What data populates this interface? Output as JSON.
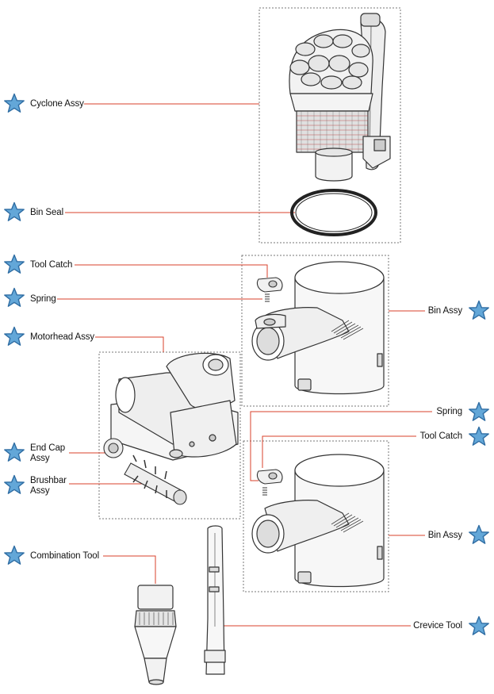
{
  "colors": {
    "leader": "#d9412b",
    "star_fill": "#63a7d8",
    "star_stroke": "#2f6da3",
    "line": "#333333",
    "box": "#777777"
  },
  "parts": {
    "cyclone_assy": "Cyclone Assy",
    "bin_seal": "Bin Seal",
    "tool_catch_1": "Tool Catch",
    "spring_1": "Spring",
    "motorhead_assy": "Motorhead Assy",
    "end_cap_assy_line1": "End Cap",
    "end_cap_assy_line2": "Assy",
    "brushbar_assy_line1": "Brushbar",
    "brushbar_assy_line2": "Assy",
    "combination_tool": "Combination Tool",
    "bin_assy_1": "Bin Assy",
    "spring_2": "Spring",
    "tool_catch_2": "Tool Catch",
    "bin_assy_2": "Bin Assy",
    "crevice_tool": "Crevice Tool"
  },
  "icons": {
    "callout_marker": "star-icon"
  }
}
